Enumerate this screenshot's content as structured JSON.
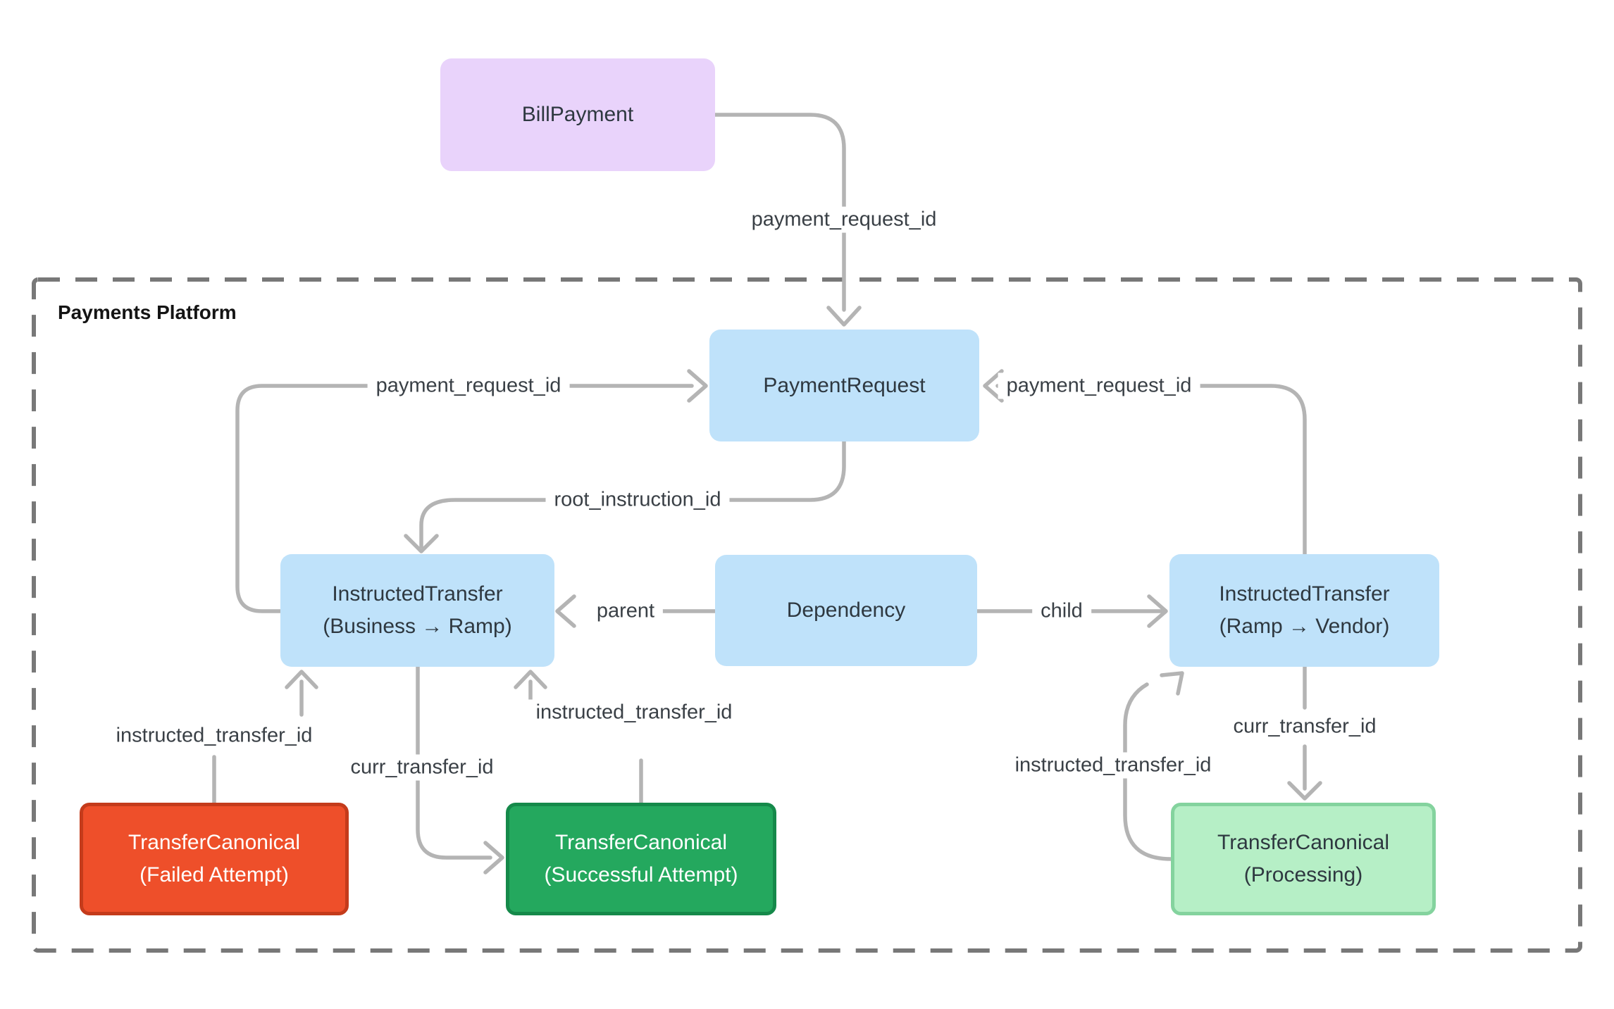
{
  "diagram": {
    "container": {
      "title": "Payments Platform"
    },
    "nodes": {
      "bill_payment": {
        "label": "BillPayment"
      },
      "payment_request": {
        "label": "PaymentRequest"
      },
      "it_left": {
        "label": "InstructedTransfer",
        "sublabel": "(Business → Ramp)"
      },
      "dependency": {
        "label": "Dependency"
      },
      "it_right": {
        "label": "InstructedTransfer",
        "sublabel": "(Ramp → Vendor)"
      },
      "transfer_failed": {
        "label": "TransferCanonical",
        "sublabel": "(Failed Attempt)"
      },
      "transfer_success": {
        "label": "TransferCanonical",
        "sublabel": "(Successful Attempt)"
      },
      "transfer_processing": {
        "label": "TransferCanonical",
        "sublabel": "(Processing)"
      }
    },
    "edge_labels": {
      "bill_to_pr": "payment_request_id",
      "left_to_pr": "payment_request_id",
      "right_to_pr": "payment_request_id",
      "root_instruction": "root_instruction_id",
      "parent": "parent",
      "child": "child",
      "failed_link": "instructed_transfer_id",
      "curr_left": "curr_transfer_id",
      "success_link": "instructed_transfer_id",
      "processing_link": "instructed_transfer_id",
      "curr_right": "curr_transfer_id"
    },
    "colors": {
      "entity_purple_fill": "#e9d3fb",
      "platform_blue_fill": "#bfe2fa",
      "failed_red_fill": "#ee4f2a",
      "failed_red_border": "#c43b1b",
      "success_green_fill": "#24a85e",
      "success_green_border": "#15894a",
      "processing_green_fill": "#b6efc6",
      "processing_green_border": "#84d39e",
      "wire_gray": "#b4b4b4",
      "dashed_border_gray": "#787878"
    }
  }
}
